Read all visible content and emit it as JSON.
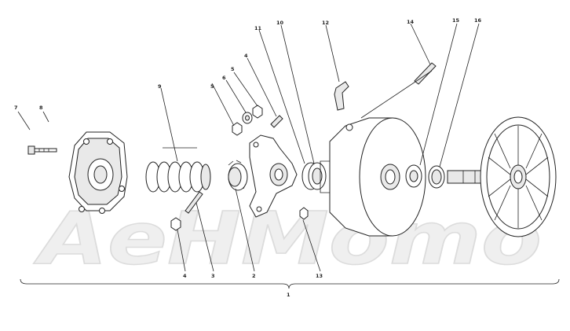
{
  "watermark": "AeHMomo",
  "callouts": [
    {
      "id": "c1",
      "text": "1"
    },
    {
      "id": "c2",
      "text": "2"
    },
    {
      "id": "c3",
      "text": "3"
    },
    {
      "id": "c4a",
      "text": "4"
    },
    {
      "id": "c4b",
      "text": "4"
    },
    {
      "id": "c5a",
      "text": "5"
    },
    {
      "id": "c5b",
      "text": "5"
    },
    {
      "id": "c6",
      "text": "6"
    },
    {
      "id": "c7",
      "text": "7"
    },
    {
      "id": "c8",
      "text": "8"
    },
    {
      "id": "c9",
      "text": "9"
    },
    {
      "id": "c10",
      "text": "10"
    },
    {
      "id": "c11",
      "text": "11"
    },
    {
      "id": "c12",
      "text": "12"
    },
    {
      "id": "c13",
      "text": "13"
    },
    {
      "id": "c14",
      "text": "14"
    },
    {
      "id": "c15",
      "text": "15"
    },
    {
      "id": "c16",
      "text": "16"
    }
  ]
}
